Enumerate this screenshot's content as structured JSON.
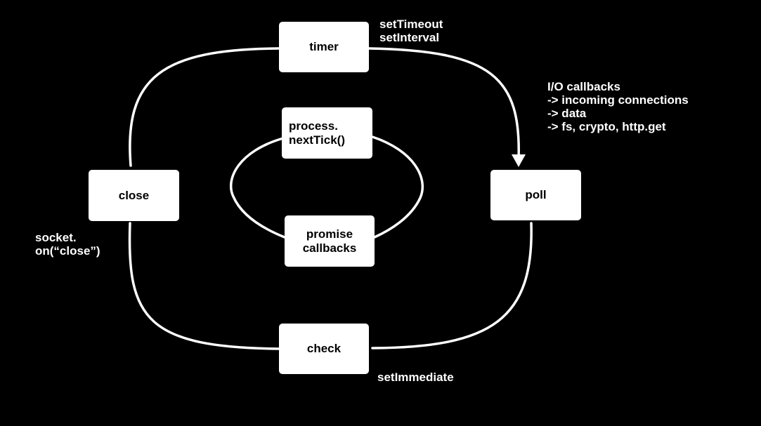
{
  "colors": {
    "background": "#000000",
    "node_fill": "#ffffff",
    "node_text": "#000000",
    "wire": "#ffffff",
    "note_text": "#ffffff"
  },
  "nodes": {
    "timer": {
      "label": "timer"
    },
    "close": {
      "label": "close"
    },
    "poll": {
      "label": "poll"
    },
    "check": {
      "label": "check"
    },
    "next_tick": {
      "line1": "process.",
      "line2": "nextTick()"
    },
    "promise": {
      "line1": "promise",
      "line2": "callbacks"
    }
  },
  "notes": {
    "timer": [
      "setTimeout",
      "setInterval"
    ],
    "poll": [
      "I/O callbacks",
      "-> incoming connections",
      "-> data",
      "-> fs, crypto, http.get"
    ],
    "close": [
      "socket.",
      "on(“close”)"
    ],
    "check": [
      "setImmediate"
    ]
  }
}
